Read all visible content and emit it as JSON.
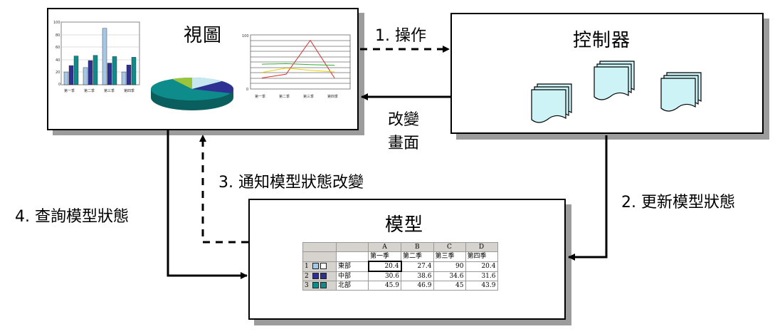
{
  "view": {
    "title": "視圖"
  },
  "controller": {
    "title": "控制器"
  },
  "model": {
    "title": "模型"
  },
  "arrows": {
    "operate": "1. 操作",
    "change_screen_line1": "改變",
    "change_screen_line2": "畫面",
    "update_model": "2. 更新模型狀態",
    "notify": "3. 通知模型狀態改變",
    "query": "4. 查詢模型狀態"
  },
  "spreadsheet": {
    "col_letters": [
      "A",
      "B",
      "C",
      "D"
    ],
    "col_headers": [
      "第一季",
      "第二季",
      "第三季",
      "第四季"
    ],
    "rows": [
      {
        "num": "1",
        "name": "東部",
        "values": [
          "20.4",
          "27.4",
          "90",
          "20.4"
        ]
      },
      {
        "num": "2",
        "name": "中部",
        "values": [
          "30.6",
          "38.6",
          "34.6",
          "31.6"
        ]
      },
      {
        "num": "3",
        "name": "北部",
        "values": [
          "45.9",
          "46.9",
          "45",
          "43.9"
        ]
      }
    ]
  },
  "colors": {
    "east": "#a7c7e7",
    "central": "#2e3192",
    "north": "#0e8c8c",
    "line_red": "#d62c2c",
    "line_green": "#33aa33",
    "line_yellow": "#e6d200"
  }
}
